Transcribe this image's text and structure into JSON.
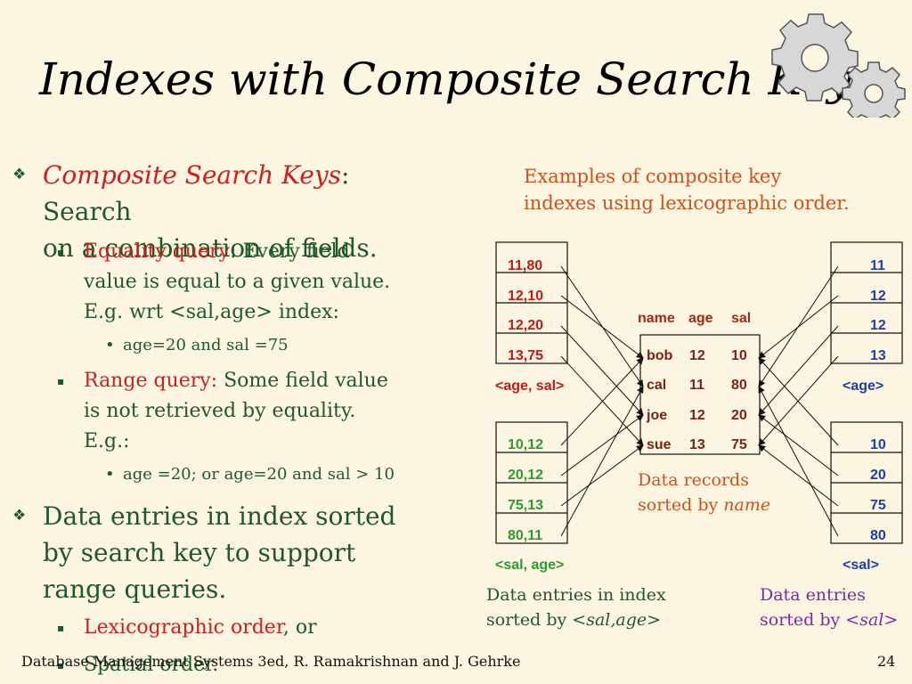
{
  "title": "Indexes with Composite Search Keys",
  "bullets": {
    "b1": {
      "term": "Composite Search Keys",
      "rest": ": Search",
      "line2": "on a combination of fields."
    },
    "eq": {
      "term": "Equality query",
      "rest": ": Every field",
      "line2": "value is equal to a given value.",
      "line3": "E.g. wrt <sal,age> index:",
      "sub": "age=20 and sal =75"
    },
    "range": {
      "term": "Range query:",
      "rest": " Some field value",
      "line2": "is not retrieved by equality.",
      "line3": "E.g.:",
      "sub": "age =20; or age=20 and sal > 10"
    },
    "b2": {
      "line1": "Data entries in index sorted",
      "line2": "by search key to support",
      "line3": "range queries."
    },
    "lex": {
      "term": "Lexicographic order",
      "rest": ", or"
    },
    "spatial": "Spatial order."
  },
  "diagram": {
    "examples_caption_1": "Examples of composite key",
    "examples_caption_2": "indexes using lexicographic order.",
    "age_sal_entries": [
      "11,80",
      "12,10",
      "12,20",
      "13,75"
    ],
    "age_sal_label": "<age, sal>",
    "sal_age_entries": [
      "10,12",
      "20,12",
      "75,13",
      "80,11"
    ],
    "sal_age_label": "<sal, age>",
    "age_entries": [
      "11",
      "12",
      "12",
      "13"
    ],
    "age_label": "<age>",
    "sal_entries": [
      "10",
      "20",
      "75",
      "80"
    ],
    "sal_label": "<sal>",
    "records_header": {
      "name": "name",
      "age": "age",
      "sal": "sal"
    },
    "records": [
      {
        "name": "bob",
        "age": "12",
        "sal": "10"
      },
      {
        "name": "cal",
        "age": "11",
        "sal": "80"
      },
      {
        "name": "joe",
        "age": "12",
        "sal": "20"
      },
      {
        "name": "sue",
        "age": "13",
        "sal": "75"
      }
    ],
    "records_caption_1": "Data records",
    "records_caption_2": "sorted by ",
    "records_caption_key": "name",
    "index_caption_1": "Data entries in index",
    "index_caption_2": "sorted by <",
    "index_caption_key": "sal,age",
    "index_caption_end": ">",
    "entries_caption_1": "Data entries",
    "entries_caption_2": "sorted by <",
    "entries_caption_key": "sal",
    "entries_caption_end": ">"
  },
  "footer": "Database Management Systems 3ed, R. Ramakrishnan and J. Gehrke",
  "page_number": "24",
  "colors": {
    "background": "#fcf5e1",
    "text_green": "#1e5a26",
    "accent_red": "#cc1f1f",
    "blue": "#1c3fae",
    "green": "#2e9a2e",
    "orange": "#c9531c",
    "purple": "#7d2aa0"
  },
  "icons": [
    "gears-icon"
  ]
}
